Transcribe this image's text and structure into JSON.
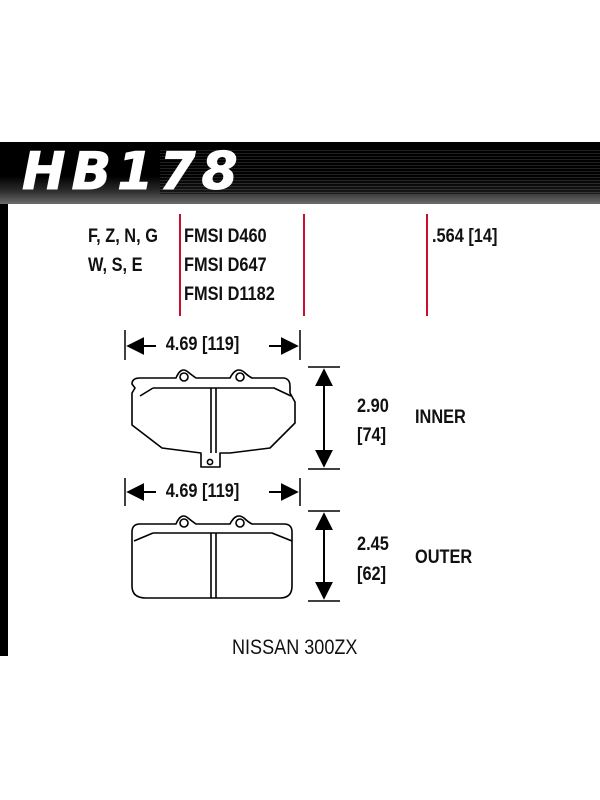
{
  "header": {
    "part_number": "HB178"
  },
  "compounds": {
    "line1": "F, Z, N, G",
    "line2": "W, S, E"
  },
  "fmsi": [
    "FMSI D460",
    "FMSI D647",
    "FMSI D1182"
  ],
  "thickness": ".564 [14]",
  "inner_pad": {
    "width_label": "4.69 [119]",
    "height_in": "2.90",
    "height_mm": "[74]",
    "label": "INNER"
  },
  "outer_pad": {
    "width_label": "4.69 [119]",
    "height_in": "2.45",
    "height_mm": "[62]",
    "label": "OUTER"
  },
  "vehicle": "NISSAN 300ZX",
  "colors": {
    "header_bg": "#000000",
    "divider_red": "#c8102e"
  }
}
